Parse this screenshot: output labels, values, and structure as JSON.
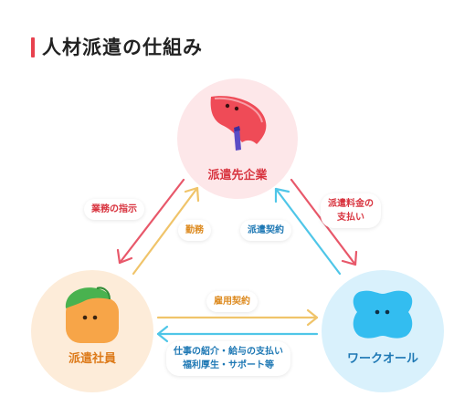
{
  "title": "人材派遣の仕組み",
  "nodes": {
    "client": {
      "label": "派遣先企業"
    },
    "staff": {
      "label": "派遣社員"
    },
    "work_all": {
      "label": "ワークオール"
    }
  },
  "arrows": {
    "instructions": "業務の指示",
    "work": "勤務",
    "dispatch_contract": "派遣契約",
    "dispatch_fee": [
      "派遣料金の",
      "支払い"
    ],
    "employment_contract": "雇用契約",
    "support": [
      "仕事の紹介・給与の支払い",
      "福利厚生・サポート等"
    ]
  },
  "colors": {
    "accent_red": "#e8414e",
    "arrow_red": "#e8586a",
    "arrow_orange": "#f0c46a",
    "arrow_blue": "#4fc6e8"
  },
  "icons": [
    "red-blob-mascot",
    "orange-blob-mascot",
    "blue-blob-mascot"
  ]
}
